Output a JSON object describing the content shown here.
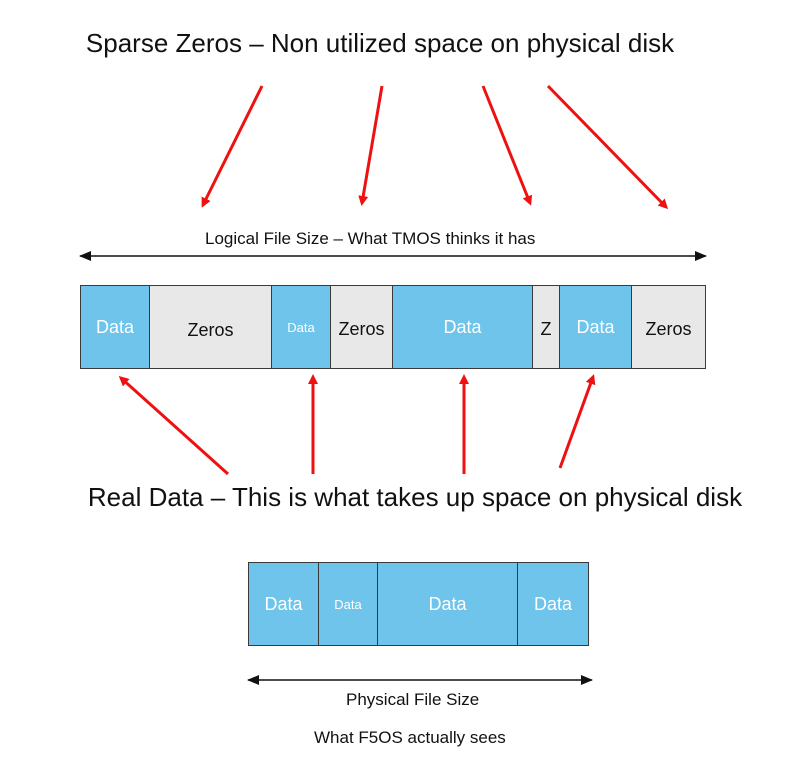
{
  "sparse_title": "Sparse Zeros – Non utilized space on physical disk",
  "logical_caption": "Logical File Size – What TMOS thinks it has",
  "logical_segments": [
    {
      "label": "Data",
      "kind": "data"
    },
    {
      "label": "Zeros",
      "kind": "zeros"
    },
    {
      "label": "Data",
      "kind": "data"
    },
    {
      "label": "Zeros",
      "kind": "zeros"
    },
    {
      "label": "Data",
      "kind": "data"
    },
    {
      "label": "Z",
      "kind": "zeros"
    },
    {
      "label": "Data",
      "kind": "data"
    },
    {
      "label": "Zeros",
      "kind": "zeros"
    }
  ],
  "real_title": "Real Data – This is what takes up space on physical disk",
  "physical_segments": [
    {
      "label": "Data",
      "kind": "data"
    },
    {
      "label": "Data",
      "kind": "data"
    },
    {
      "label": "Data",
      "kind": "data"
    },
    {
      "label": "Data",
      "kind": "data"
    }
  ],
  "physical_caption": "Physical File Size",
  "f5os_caption": "What F5OS actually sees",
  "colors": {
    "data_fill": "#6ec4ea",
    "zeros_fill": "#e8e8e8",
    "arrow_red": "#ee1111",
    "line_black": "#111111"
  }
}
